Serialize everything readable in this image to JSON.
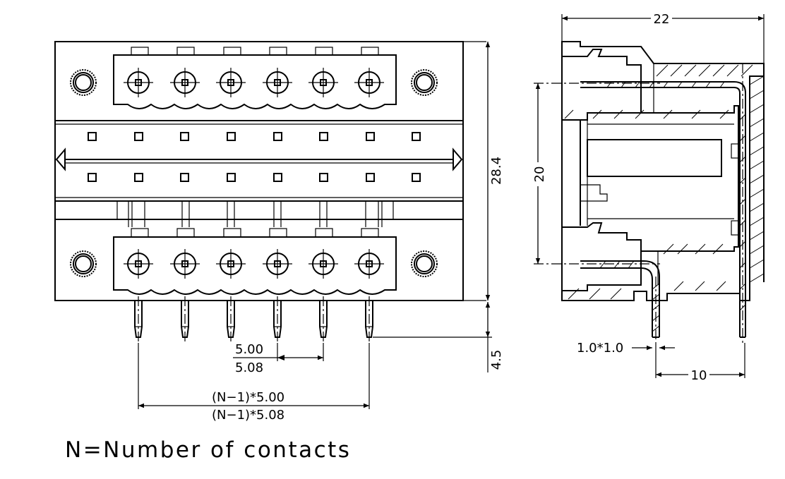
{
  "dimensions": {
    "top_width": "22",
    "overall_height": "28.4",
    "contact_span": "20",
    "pin_length": "4.5",
    "pitch_a": "5.00",
    "pitch_b": "5.08",
    "total_pitch_a": "(N−1)*5.00",
    "total_pitch_b": "(N−1)*5.08",
    "pin_section": "1.0*1.0",
    "pin_offset": "10"
  },
  "note": "N=Number of contacts",
  "drawing": {
    "contacts_per_row": 6,
    "square_holes_per_row": 8,
    "line_color": "#000000"
  }
}
